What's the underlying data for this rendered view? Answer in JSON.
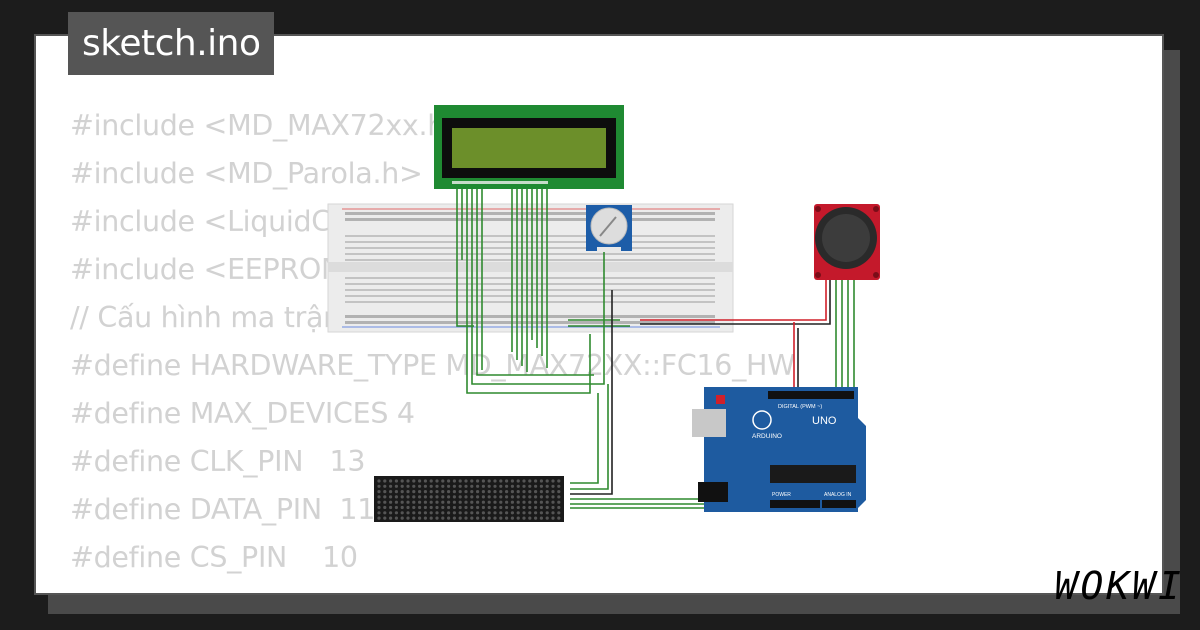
{
  "window": {
    "title": "sketch.ino"
  },
  "code": {
    "lines": [
      "#include <MD_MAX72xx.h>",
      "#include <MD_Parola.h>",
      "#include <LiquidCrystal_I2C.h>",
      "#include <EEPROM.h>",
      "// Cấu hình ma trận LED",
      "#define HARDWARE_TYPE MD_MAX72XX::FC16_HW",
      "#define MAX_DEVICES 4",
      "#define CLK_PIN   13",
      "#define DATA_PIN  11",
      "#define CS_PIN    10"
    ]
  },
  "brand": {
    "logo": "WOKWI"
  },
  "board": {
    "name": "ARDUINO",
    "model": "UNO",
    "digital": "DIGITAL (PWM ~)",
    "power": "POWER",
    "analog": "ANALOG IN"
  },
  "colors": {
    "lcd": "#1f8a32",
    "board": "#1e5ba0",
    "joystick": "#c4192b",
    "wire_green": "#2f8a2f",
    "wire_red": "#d0202a"
  },
  "icons": [
    "lcd-display-icon",
    "breadboard-icon",
    "potentiometer-icon",
    "joystick-icon",
    "arduino-uno-icon",
    "led-matrix-icon"
  ]
}
